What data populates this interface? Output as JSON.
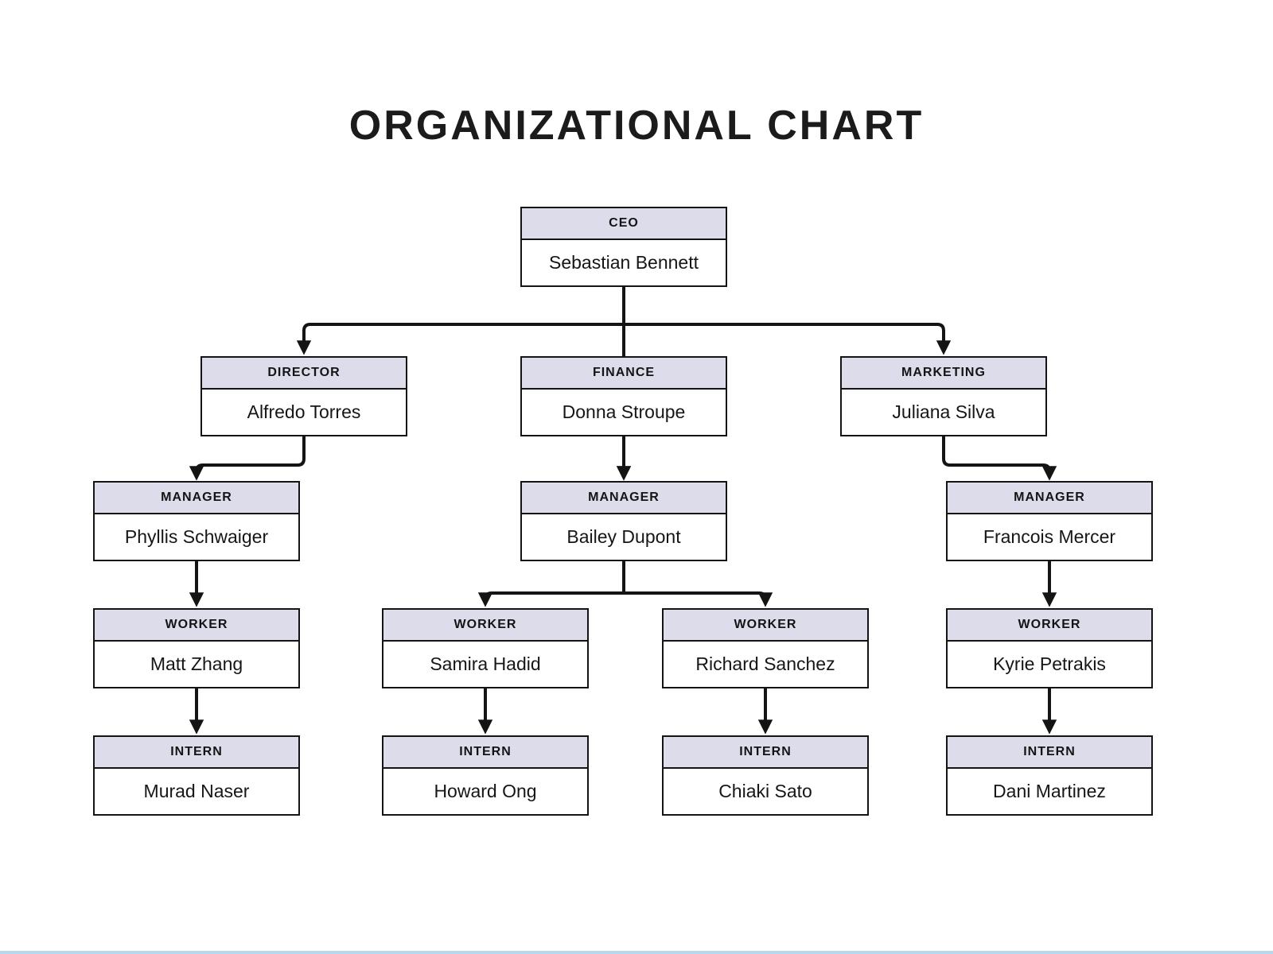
{
  "title": "ORGANIZATIONAL CHART",
  "colors": {
    "header_fill": "#dcdceb",
    "body_fill": "#ffffff",
    "border": "#141414",
    "connector": "#141414",
    "background": "#ffffff",
    "footer_strip": "#b9d6ea"
  },
  "nodes": [
    {
      "id": "ceo",
      "role": "CEO",
      "name": "Sebastian Bennett"
    },
    {
      "id": "director",
      "role": "DIRECTOR",
      "name": "Alfredo Torres"
    },
    {
      "id": "finance",
      "role": "FINANCE",
      "name": "Donna Stroupe"
    },
    {
      "id": "marketing",
      "role": "MARKETING",
      "name": "Juliana Silva"
    },
    {
      "id": "manager-1",
      "role": "MANAGER",
      "name": "Phyllis Schwaiger"
    },
    {
      "id": "manager-2",
      "role": "MANAGER",
      "name": "Bailey Dupont"
    },
    {
      "id": "manager-3",
      "role": "MANAGER",
      "name": "Francois Mercer"
    },
    {
      "id": "worker-1",
      "role": "WORKER",
      "name": "Matt Zhang"
    },
    {
      "id": "worker-2",
      "role": "WORKER",
      "name": "Samira Hadid"
    },
    {
      "id": "worker-3",
      "role": "WORKER",
      "name": "Richard Sanchez"
    },
    {
      "id": "worker-4",
      "role": "WORKER",
      "name": "Kyrie Petrakis"
    },
    {
      "id": "intern-1",
      "role": "INTERN",
      "name": "Murad Naser"
    },
    {
      "id": "intern-2",
      "role": "INTERN",
      "name": "Howard Ong"
    },
    {
      "id": "intern-3",
      "role": "INTERN",
      "name": "Chiaki Sato"
    },
    {
      "id": "intern-4",
      "role": "INTERN",
      "name": "Dani Martinez"
    }
  ],
  "edges": [
    {
      "from": "ceo",
      "to": "director"
    },
    {
      "from": "ceo",
      "to": "finance"
    },
    {
      "from": "ceo",
      "to": "marketing"
    },
    {
      "from": "director",
      "to": "manager-1"
    },
    {
      "from": "finance",
      "to": "manager-2"
    },
    {
      "from": "marketing",
      "to": "manager-3"
    },
    {
      "from": "manager-1",
      "to": "worker-1"
    },
    {
      "from": "manager-2",
      "to": "worker-2"
    },
    {
      "from": "manager-2",
      "to": "worker-3"
    },
    {
      "from": "manager-3",
      "to": "worker-4"
    },
    {
      "from": "worker-1",
      "to": "intern-1"
    },
    {
      "from": "worker-2",
      "to": "intern-2"
    },
    {
      "from": "worker-3",
      "to": "intern-3"
    },
    {
      "from": "worker-4",
      "to": "intern-4"
    }
  ]
}
